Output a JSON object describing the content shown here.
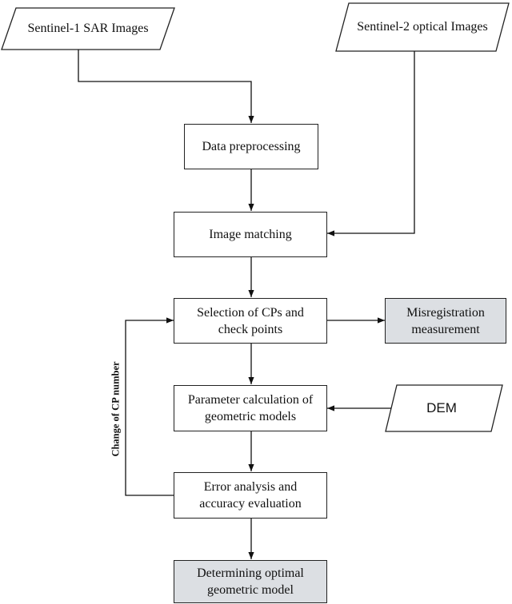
{
  "inputs": {
    "sar": "Sentinel-1 SAR Images",
    "optical": "Sentinel-2 optical Images",
    "dem": "DEM"
  },
  "steps": {
    "preprocess": [
      "Data preprocessing"
    ],
    "matching": [
      "Image matching"
    ],
    "selection": [
      "Selection of CPs and",
      "check points"
    ],
    "parameter": [
      "Parameter calculation of",
      "geometric models"
    ],
    "error": [
      "Error analysis and",
      "accuracy evaluation"
    ],
    "optimal": [
      "Determining optimal",
      "geometric model"
    ]
  },
  "outputs": {
    "misregistration": [
      "Misregistration",
      "measurement"
    ]
  },
  "loop_label": "Change of CP number",
  "colors": {
    "gray_fill": "#dcdfe3",
    "stroke": "#222222"
  }
}
